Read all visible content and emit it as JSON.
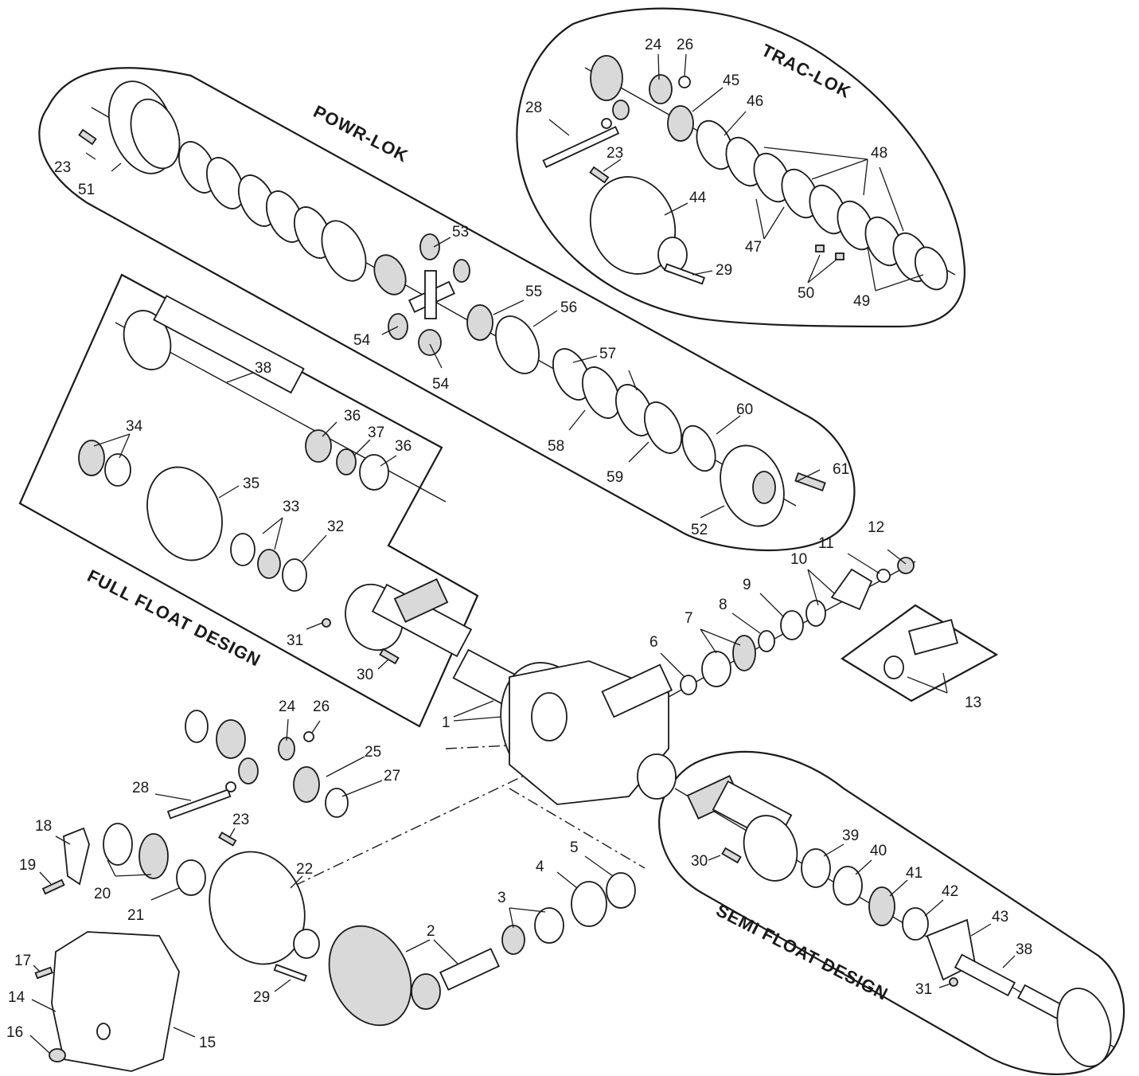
{
  "sections": {
    "powr_lok": "POWR-LOK",
    "trac_lok": "TRAC-LOK",
    "full_float": "FULL FLOAT DESIGN",
    "semi_float": "SEMI FLOAT DESIGN"
  },
  "callouts": [
    {
      "id": "c23a",
      "text": "23"
    },
    {
      "id": "c51",
      "text": "51"
    },
    {
      "id": "c53",
      "text": "53"
    },
    {
      "id": "c54a",
      "text": "54"
    },
    {
      "id": "c54b",
      "text": "54"
    },
    {
      "id": "c55",
      "text": "55"
    },
    {
      "id": "c56",
      "text": "56"
    },
    {
      "id": "c57",
      "text": "57"
    },
    {
      "id": "c58",
      "text": "58"
    },
    {
      "id": "c59",
      "text": "59"
    },
    {
      "id": "c60",
      "text": "60"
    },
    {
      "id": "c61",
      "text": "61"
    },
    {
      "id": "c52",
      "text": "52"
    },
    {
      "id": "c24a",
      "text": "24"
    },
    {
      "id": "c26a",
      "text": "26"
    },
    {
      "id": "c45",
      "text": "45"
    },
    {
      "id": "c46",
      "text": "46"
    },
    {
      "id": "c28a",
      "text": "28"
    },
    {
      "id": "c48",
      "text": "48"
    },
    {
      "id": "c23b",
      "text": "23"
    },
    {
      "id": "c44",
      "text": "44"
    },
    {
      "id": "c47",
      "text": "47"
    },
    {
      "id": "c29a",
      "text": "29"
    },
    {
      "id": "c50",
      "text": "50"
    },
    {
      "id": "c49",
      "text": "49"
    },
    {
      "id": "c38a",
      "text": "38"
    },
    {
      "id": "c34",
      "text": "34"
    },
    {
      "id": "c36a",
      "text": "36"
    },
    {
      "id": "c37",
      "text": "37"
    },
    {
      "id": "c36b",
      "text": "36"
    },
    {
      "id": "c35",
      "text": "35"
    },
    {
      "id": "c33",
      "text": "33"
    },
    {
      "id": "c32",
      "text": "32"
    },
    {
      "id": "c31a",
      "text": "31"
    },
    {
      "id": "c30a",
      "text": "30"
    },
    {
      "id": "c1",
      "text": "1"
    },
    {
      "id": "c12",
      "text": "12"
    },
    {
      "id": "c11",
      "text": "11"
    },
    {
      "id": "c10",
      "text": "10"
    },
    {
      "id": "c9",
      "text": "9"
    },
    {
      "id": "c8",
      "text": "8"
    },
    {
      "id": "c7",
      "text": "7"
    },
    {
      "id": "c6",
      "text": "6"
    },
    {
      "id": "c13",
      "text": "13"
    },
    {
      "id": "c24b",
      "text": "24"
    },
    {
      "id": "c26b",
      "text": "26"
    },
    {
      "id": "c25",
      "text": "25"
    },
    {
      "id": "c27",
      "text": "27"
    },
    {
      "id": "c28b",
      "text": "28"
    },
    {
      "id": "c23c",
      "text": "23"
    },
    {
      "id": "c18",
      "text": "18"
    },
    {
      "id": "c19",
      "text": "19"
    },
    {
      "id": "c20",
      "text": "20"
    },
    {
      "id": "c21",
      "text": "21"
    },
    {
      "id": "c22",
      "text": "22"
    },
    {
      "id": "c2",
      "text": "2"
    },
    {
      "id": "c3",
      "text": "3"
    },
    {
      "id": "c4",
      "text": "4"
    },
    {
      "id": "c5",
      "text": "5"
    },
    {
      "id": "c29b",
      "text": "29"
    },
    {
      "id": "c17",
      "text": "17"
    },
    {
      "id": "c14",
      "text": "14"
    },
    {
      "id": "c16",
      "text": "16"
    },
    {
      "id": "c15",
      "text": "15"
    },
    {
      "id": "c39",
      "text": "39"
    },
    {
      "id": "c40",
      "text": "40"
    },
    {
      "id": "c41",
      "text": "41"
    },
    {
      "id": "c42",
      "text": "42"
    },
    {
      "id": "c43",
      "text": "43"
    },
    {
      "id": "c38b",
      "text": "38"
    },
    {
      "id": "c30b",
      "text": "30"
    },
    {
      "id": "c31b",
      "text": "31"
    }
  ]
}
